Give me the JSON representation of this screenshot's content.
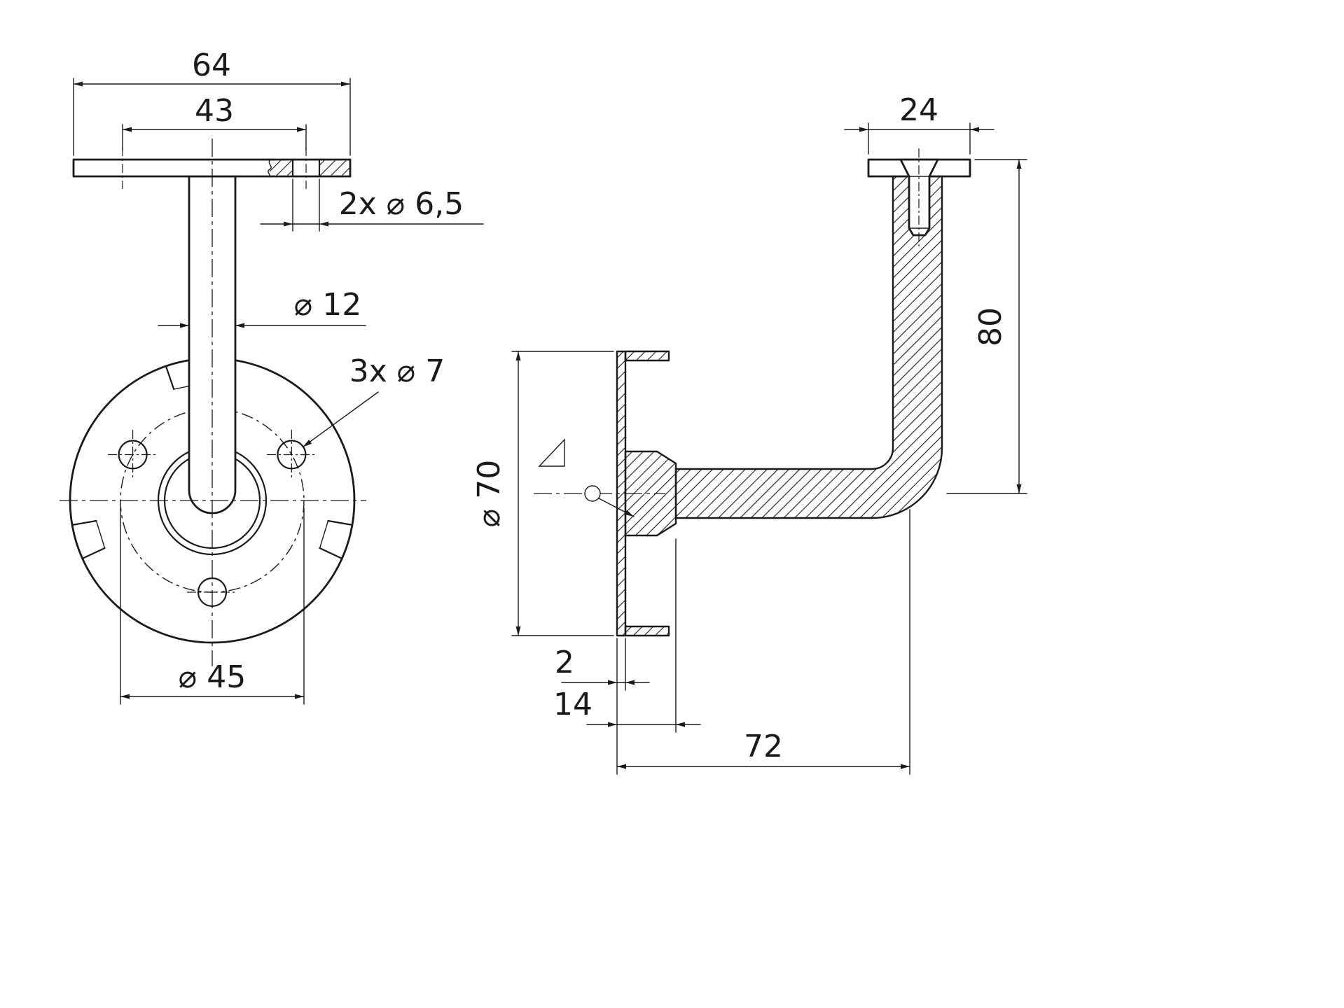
{
  "drawing": {
    "line_color": "#1a1a1a",
    "background_color": "#ffffff"
  },
  "dims": {
    "plate_width": "64",
    "hole_spacing": "43",
    "plate_holes": "2x ⌀ 6,5",
    "arm_diameter": "⌀ 12",
    "flange_holes": "3x ⌀ 7",
    "bolt_circle": "⌀ 45",
    "top_plate_width": "24",
    "height": "80",
    "flange_diameter": "⌀ 70",
    "plate_thickness": "2",
    "flange_depth": "14",
    "projection": "72"
  }
}
